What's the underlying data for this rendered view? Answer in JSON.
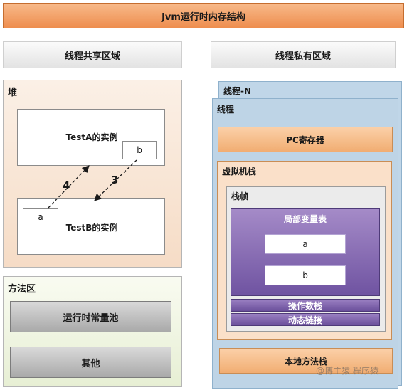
{
  "title": "Jvm运行时内存结构",
  "shared_region": {
    "header": "线程共享区域",
    "heap": {
      "label": "堆",
      "testA": {
        "label": "TestA的实例",
        "field": "b"
      },
      "testB": {
        "label": "TestB的实例",
        "field": "a"
      },
      "arrow_up_label": "4",
      "arrow_down_label": "3"
    },
    "method_area": {
      "label": "方法区",
      "items": [
        "运行时常量池",
        "其他"
      ]
    }
  },
  "private_region": {
    "header": "线程私有区域",
    "thread_n_label": "线程-N",
    "thread_label": "线程",
    "pc_register": "PC寄存器",
    "vm_stack": {
      "label": "虚拟机栈",
      "frame": {
        "label": "栈帧",
        "local_vars": {
          "label": "局部变量表",
          "items": [
            "a",
            "b"
          ]
        },
        "operand_stack": "操作数栈",
        "dynamic_link": "动态链接"
      }
    },
    "native_stack": "本地方法栈"
  },
  "watermark": "@博主猿 程序猿",
  "colors": {
    "title_orange": "#ee8d4e",
    "heap_bg": "#f6dcc6",
    "method_bg": "#e7efd4",
    "thread_blue": "#c0d6e8",
    "stack_purple": "#6f53a1",
    "arrow": "#1a1a1a"
  }
}
